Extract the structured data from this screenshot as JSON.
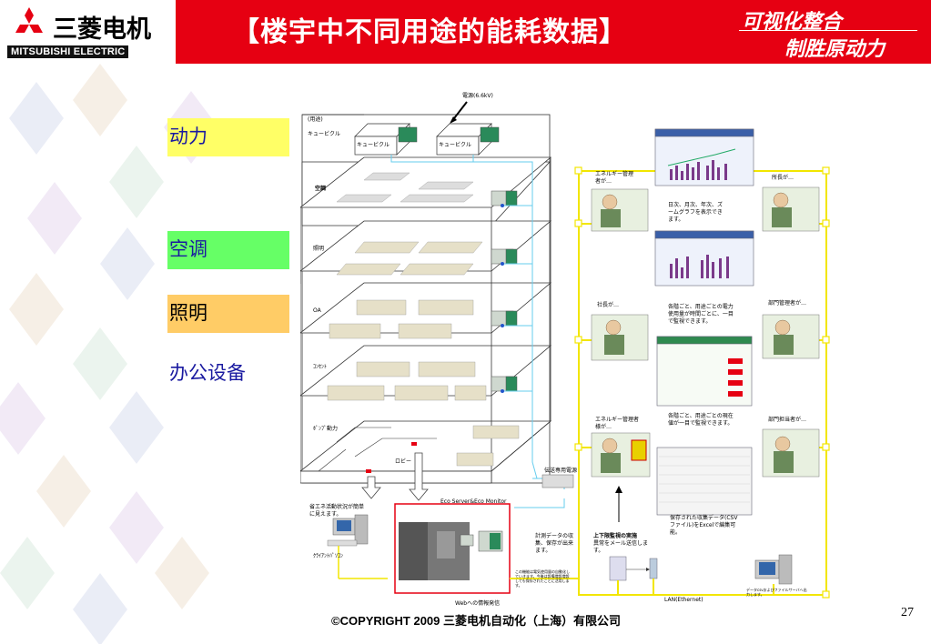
{
  "header": {
    "logo_cn": "三菱电机",
    "logo_en": "MITSUBISHI ELECTRIC",
    "title": "【楼宇中不同用途的能耗数据】",
    "slogan_line1": "可视化整合",
    "slogan_line2": "制胜原动力"
  },
  "labels": {
    "power": "动力",
    "aircon": "空调",
    "lighting": "照明",
    "office": "办公设备"
  },
  "diagram": {
    "power_source": "電源(6.6kV)",
    "usage": "(用途)",
    "cubicle": "キュービクル",
    "cubicle_box": "キュービクル",
    "floors": [
      "空調",
      "照明",
      "OA",
      "ｺﾝｾﾝﾄ",
      "ﾎﾟﾝﾌﾟ動力"
    ],
    "lobby": "ロビー",
    "server_title": "Eco Server&Eco Monitor",
    "measure_note": "計測データの収集、保存が出来ます。",
    "transfer_note": "この機能は電気使用量の自動化していきます。今後は設備増設増設しても保存されたことに活用します。",
    "web_note": "Webへの情報発信",
    "client_note": "省エネ活動状況が簡単に見えます。",
    "client_label": "ｸﾗｲｱﾝﾄﾊﾟｿｺﾝ",
    "dedicated_power": "伝送専用電源",
    "mgr1_label": "エネルギー管理者が…",
    "graph_note": "日次、月次、年次、ズームグラフを表示できます。",
    "boss_label": "所長が…",
    "president_label": "社長が…",
    "dept_mgr_label": "部門管理者が…",
    "period_note": "各階ごと、用途ごとの電力使用量が時間ごとに、一目で監視できます。",
    "mgr2_label": "エネルギー管理者様が…",
    "current_note": "各階ごと、用途ごとの現在値が一目で監視できます。",
    "dept_head_label": "部門担当者が…",
    "limit_note": "上下限監視の実施",
    "limit_note2": "異常をメール送信します。",
    "csv_note": "保存された収集データ(CSVファイル)をExcelで編集可能。",
    "lan_label": "LAN(Ethernet)",
    "csv_server": "データcsvおよびファイルサーバへ出力します。"
  },
  "footer": {
    "copyright": "©COPYRIGHT 2009     三菱电机自动化（上海）有限公司",
    "page": "27"
  },
  "colors": {
    "header_red": "#e60012",
    "power_tag": "#ffff66",
    "aircon_tag": "#66ff66",
    "lighting_tag": "#ffcc66",
    "line_yellow": "#f2e600",
    "line_cyan": "#66ccee"
  }
}
